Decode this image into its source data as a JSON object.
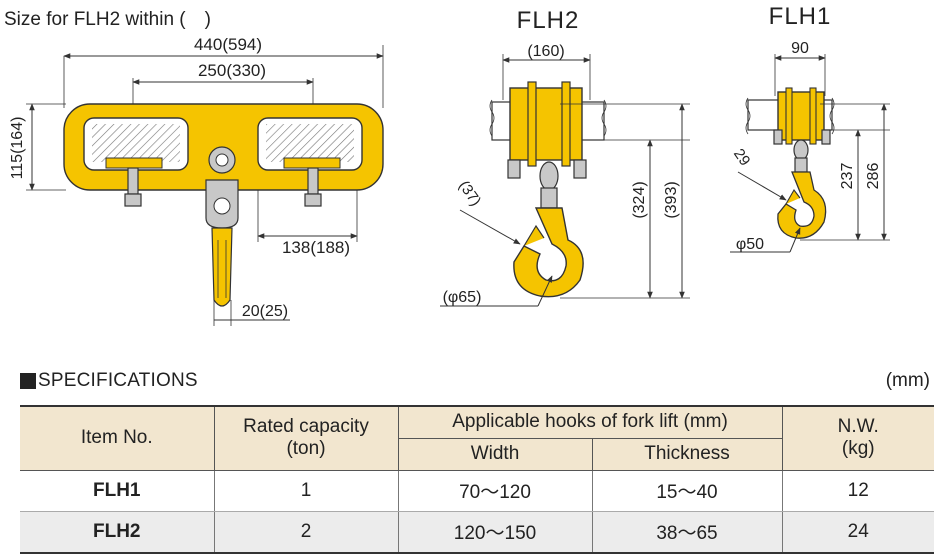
{
  "diagram": {
    "caption": "Size for FLH2 within (　)",
    "flh2_title": "FLH2",
    "flh1_title": "FLH1",
    "front_dims": {
      "overall_width": "440(594)",
      "center_spacing": "250(330)",
      "height": "115(164)",
      "pocket": "138(188)",
      "hook_width": "20(25)"
    },
    "flh2_dims": {
      "width": "(160)",
      "hook_height": "(324)",
      "total_height": "(393)",
      "throat": "(37)",
      "diameter": "(φ65)"
    },
    "flh1_dims": {
      "width": "90",
      "hook_height": "237",
      "total_height": "286",
      "throat": "29",
      "diameter": "φ50"
    }
  },
  "specs": {
    "title": "SPECIFICATIONS",
    "unit": "(mm)",
    "headers": {
      "item": "Item No.",
      "capacity_line1": "Rated capacity",
      "capacity_line2": "(ton)",
      "hooks": "Applicable hooks of fork lift (mm)",
      "width": "Width",
      "thickness": "Thickness",
      "nw_line1": "N.W.",
      "nw_line2": "(kg)"
    },
    "rows": [
      {
        "item": "FLH1",
        "capacity": "1",
        "width": "70〜120",
        "thickness": "15〜40",
        "nw": "12"
      },
      {
        "item": "FLH2",
        "capacity": "2",
        "width": "120〜150",
        "thickness": "38〜65",
        "nw": "24"
      }
    ]
  }
}
